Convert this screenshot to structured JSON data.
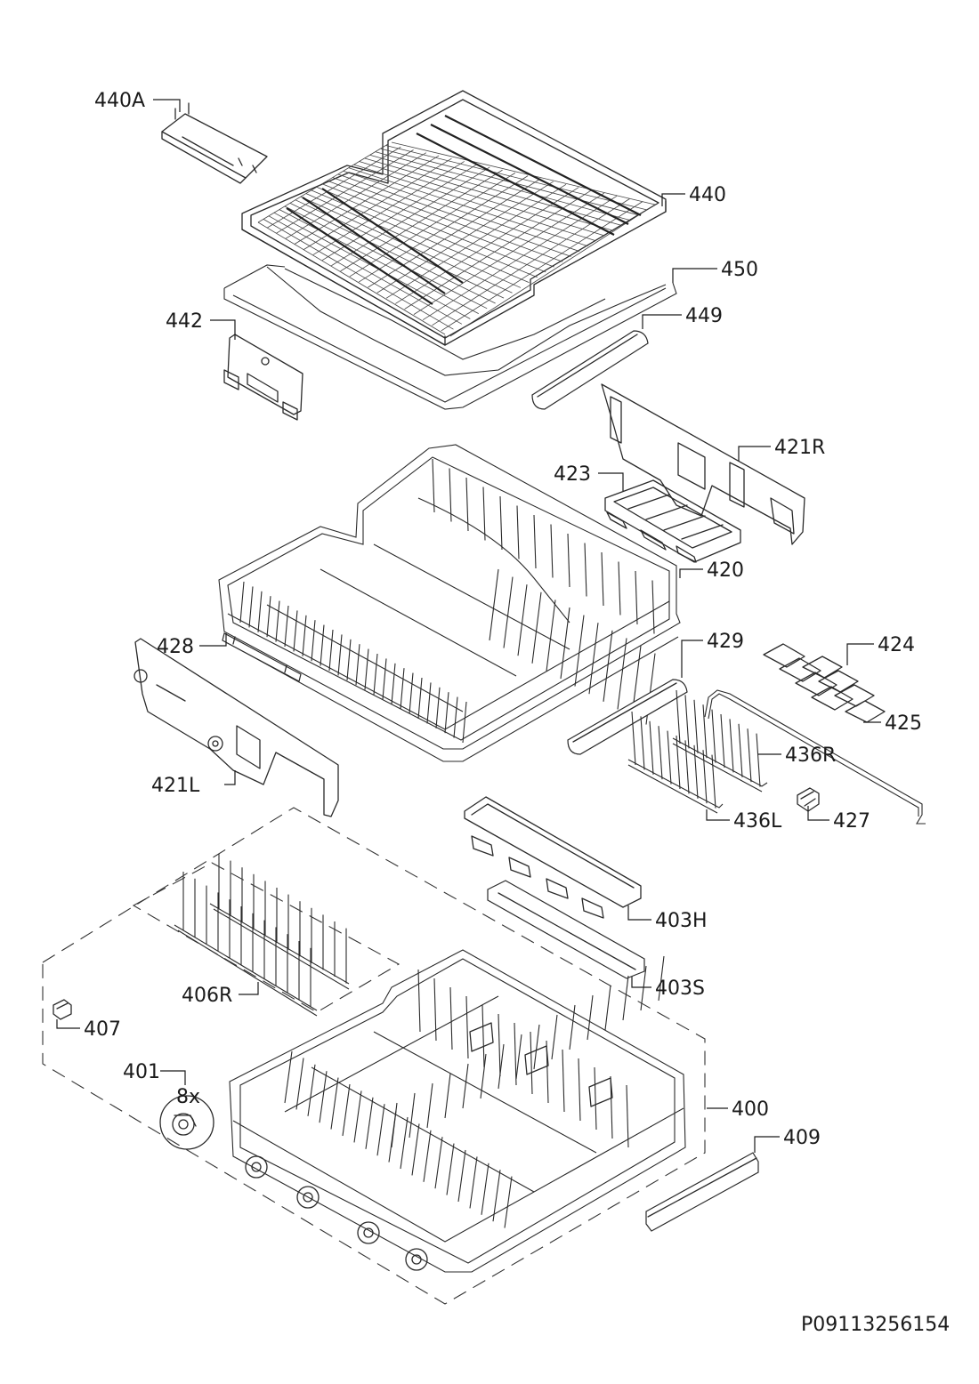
{
  "drawing_id": "P09113256154",
  "callouts": {
    "c440A": "440A",
    "c440": "440",
    "c450": "450",
    "c442": "442",
    "c449": "449",
    "c421R": "421R",
    "c423": "423",
    "c420": "420",
    "c428": "428",
    "c429": "429",
    "c424": "424",
    "c425": "425",
    "c436R": "436R",
    "c421L": "421L",
    "c436L": "436L",
    "c427": "427",
    "c403H": "403H",
    "c406R": "406R",
    "c403S": "403S",
    "c407": "407",
    "c401": "401",
    "c401qty": "8x",
    "c400": "400",
    "c409": "409"
  }
}
